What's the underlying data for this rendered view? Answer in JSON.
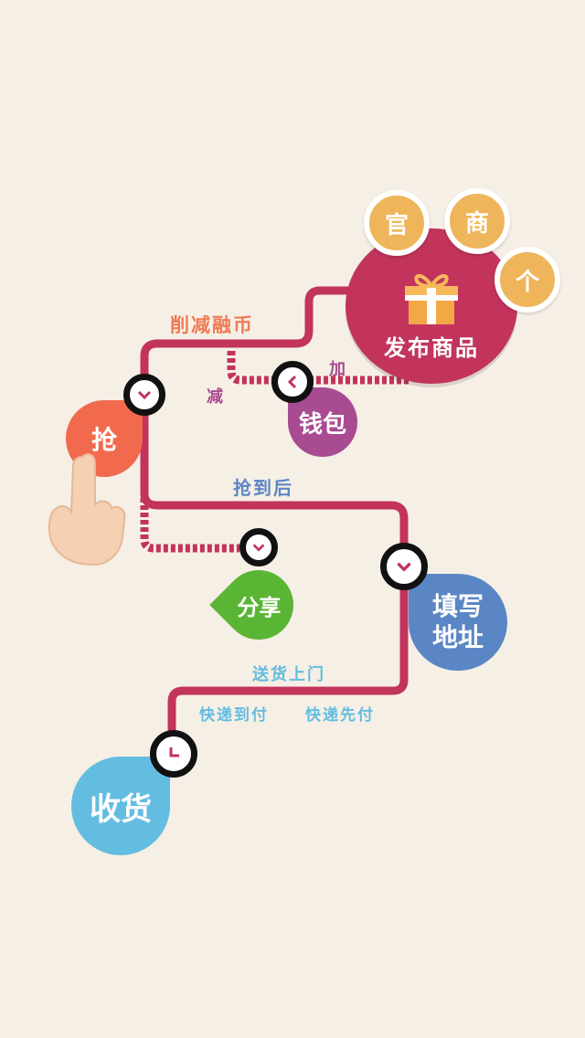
{
  "colors": {
    "background": "#f6efe5",
    "track": "#c2345c",
    "publish": "#c2345c",
    "grab": "#f26a4e",
    "wallet": "#a84b91",
    "share": "#5bb535",
    "address": "#5a86c5",
    "receive": "#63bde0",
    "badge": "#efb55a"
  },
  "publish": {
    "label": "发布商品",
    "badges": [
      "官",
      "商",
      "个"
    ]
  },
  "steps": {
    "grab": "抢",
    "wallet": "钱包",
    "share": "分享",
    "address_line1": "填写",
    "address_line2": "地址",
    "receive": "收货"
  },
  "labels": {
    "deduct_coins": "削减融币",
    "add": "加",
    "subtract": "减",
    "after_grab": "抢到后",
    "door_delivery": "送货上门",
    "cod": "快递到付",
    "prepaid": "快递先付"
  },
  "icons": {
    "publish": "gift-icon",
    "grab": "hand-pointer-icon",
    "node_down": "chevron-down-icon",
    "node_left": "chevron-left-icon",
    "node_clock": "clock-icon"
  }
}
